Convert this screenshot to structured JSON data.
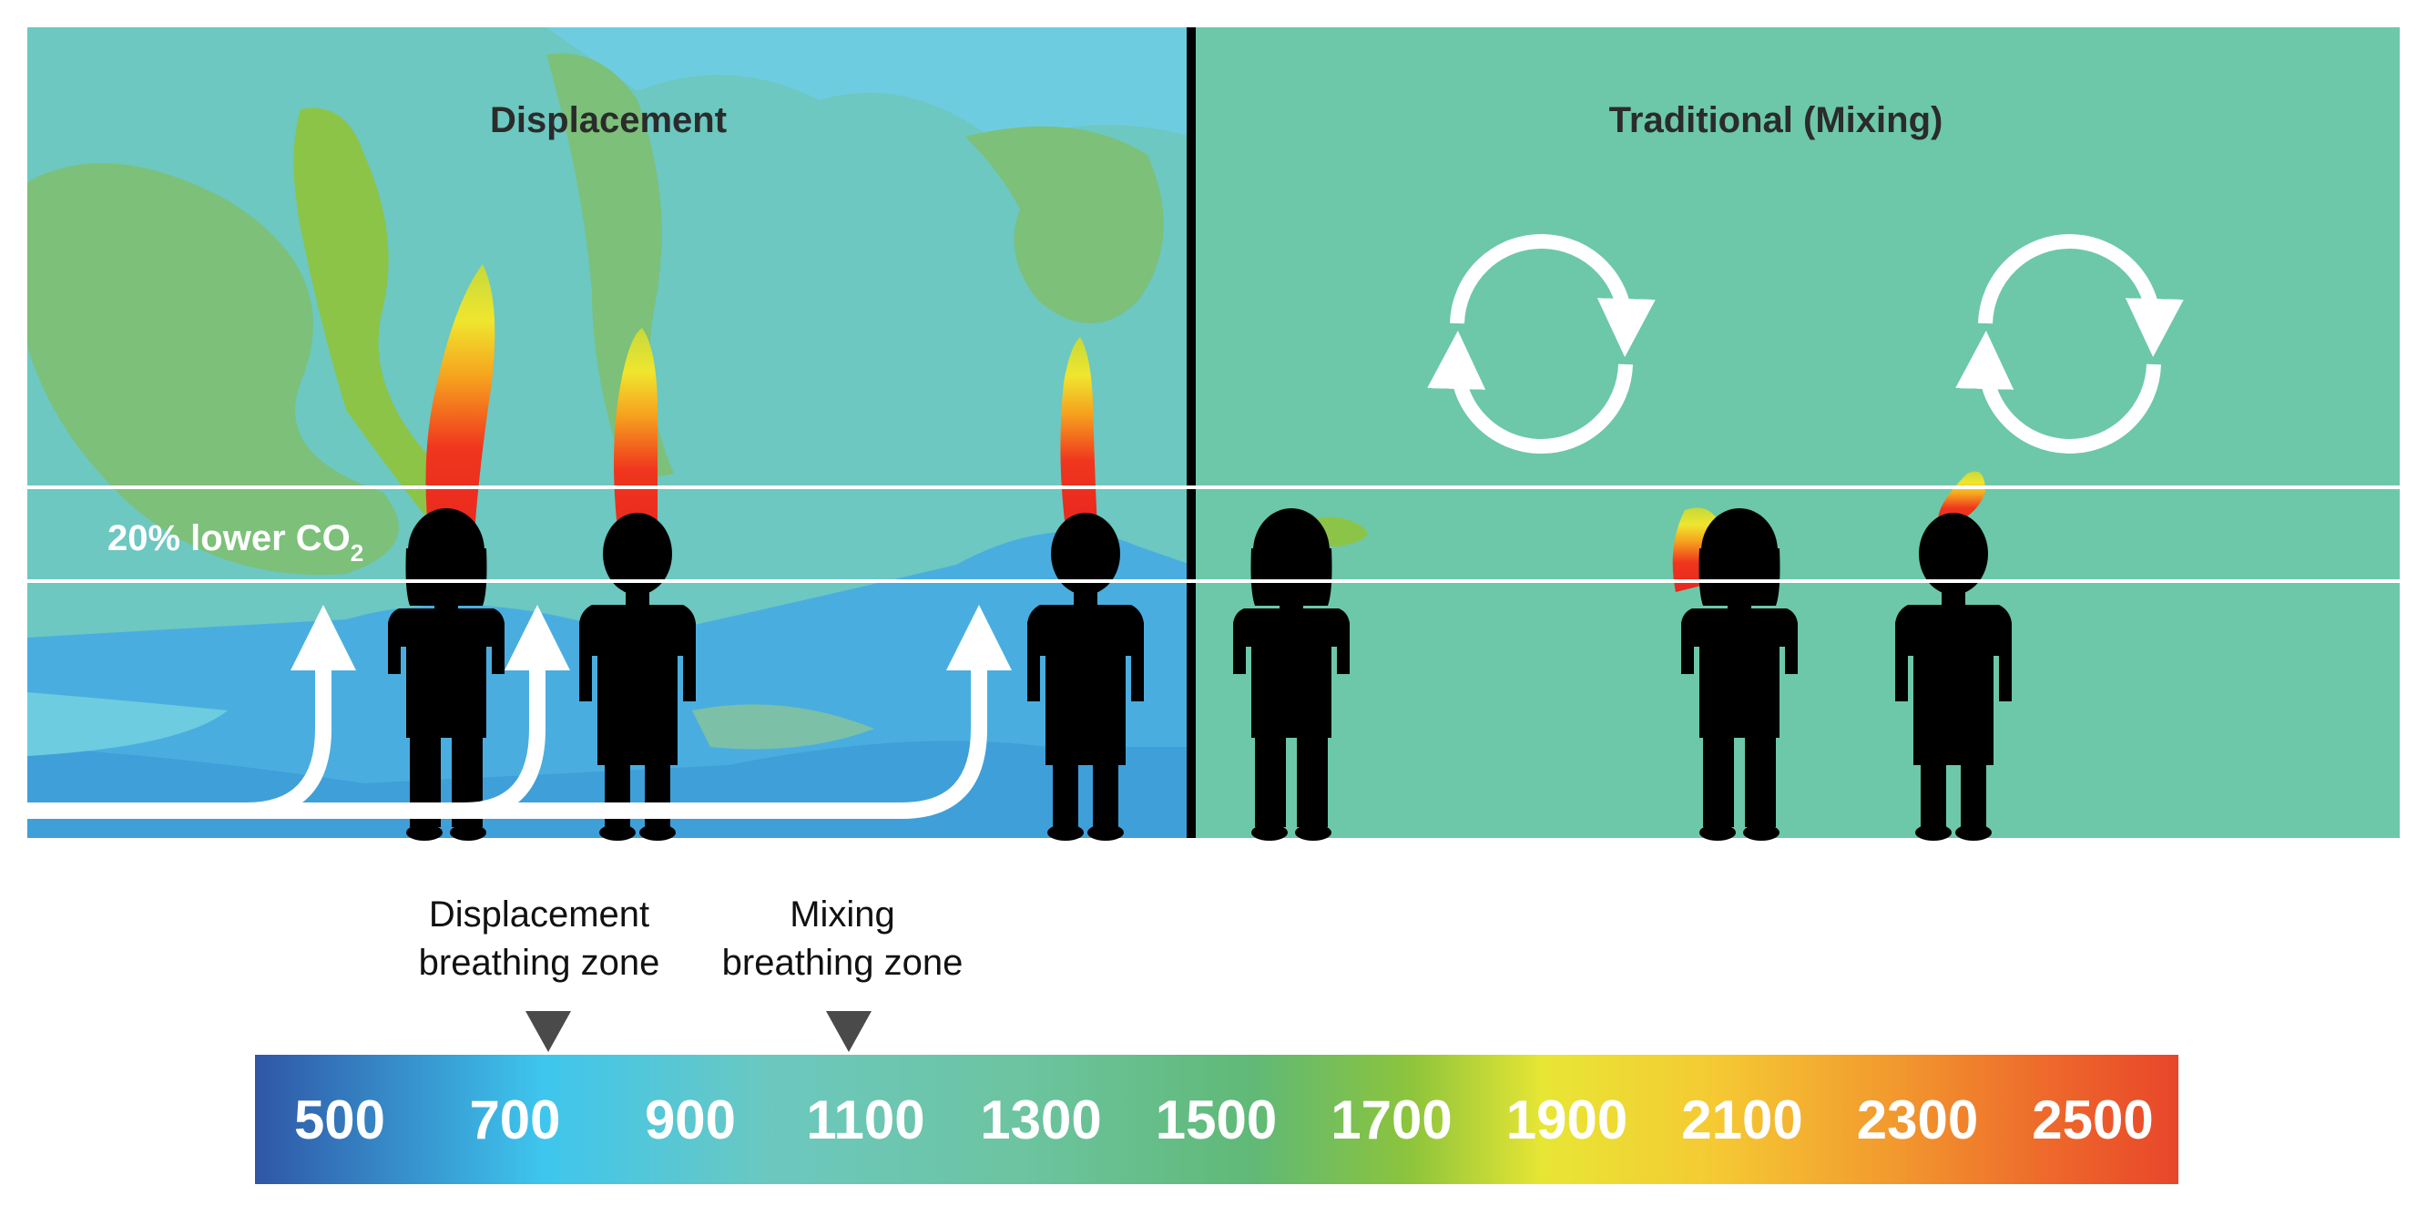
{
  "panels": {
    "displacement": {
      "title": "Displacement"
    },
    "mixing": {
      "title": "Traditional (Mixing)"
    }
  },
  "band": {
    "label_prefix": "20% lower CO",
    "label_sub": "2"
  },
  "markers": [
    {
      "label_lines": [
        "Displacement",
        "breathing zone"
      ],
      "value": 700
    },
    {
      "label_lines": [
        "Mixing",
        "breathing zone"
      ],
      "value": 1100
    }
  ],
  "scale": {
    "ticks": [
      "500",
      "700",
      "900",
      "1100",
      "1300",
      "1500",
      "1700",
      "1900",
      "2100",
      "2300",
      "2500"
    ],
    "colors": [
      "#2f56a6",
      "#3ec6ee",
      "#6cc8bf",
      "#6cc4a0",
      "#60b976",
      "#8cc43c",
      "#e8e634",
      "#f5c933",
      "#f29a2e",
      "#ee6a2b",
      "#e8462a"
    ]
  }
}
